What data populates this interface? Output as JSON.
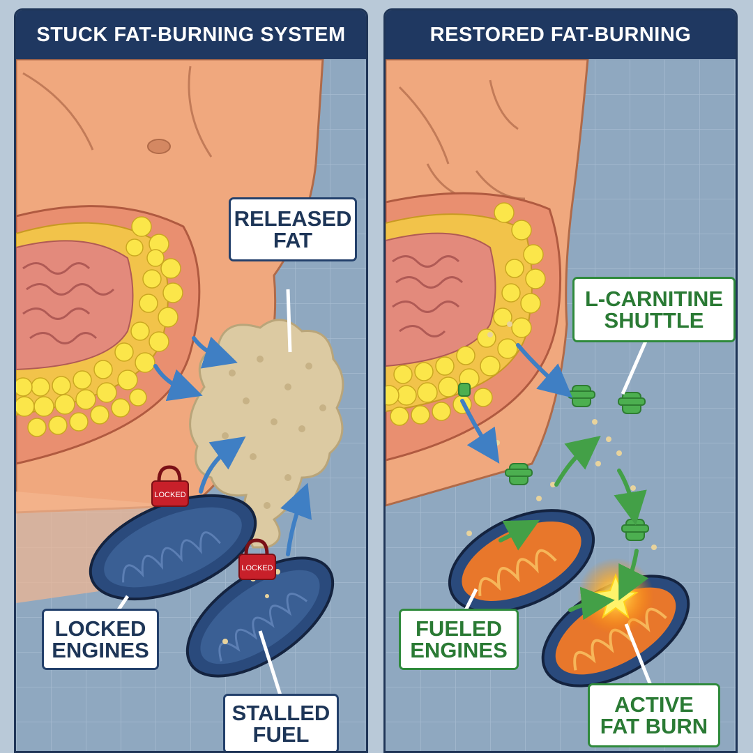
{
  "panels": {
    "left": {
      "title": "STUCK FAT-BURNING SYSTEM",
      "labels": {
        "released_fat": [
          "RELEASED",
          "FAT"
        ],
        "locked_engines": [
          "LOCKED",
          "ENGINES"
        ],
        "stalled_fuel": [
          "STALLED",
          "FUEL"
        ]
      },
      "lock_tag": "LOCKED"
    },
    "right": {
      "title": "RESTORED FAT-BURNING",
      "labels": {
        "l_carnitine_shuttle": [
          "L-CARNITINE",
          "SHUTTLE"
        ],
        "fueled_engines": [
          "FUELED",
          "ENGINES"
        ],
        "active_fat_burn": [
          "ACTIVE",
          "FAT BURN"
        ]
      }
    }
  },
  "colors": {
    "header_bg": "#1f3861",
    "skin": "#f0a87e",
    "fat_cells": "#f7dd3c",
    "mitochondria_locked": "#2a4a7c",
    "mitochondria_active": "#e8772b",
    "lock": "#c8202a",
    "shuttle": "#4caf50",
    "arrow_blue": "#3f7fc4",
    "arrow_green": "#43a047"
  }
}
